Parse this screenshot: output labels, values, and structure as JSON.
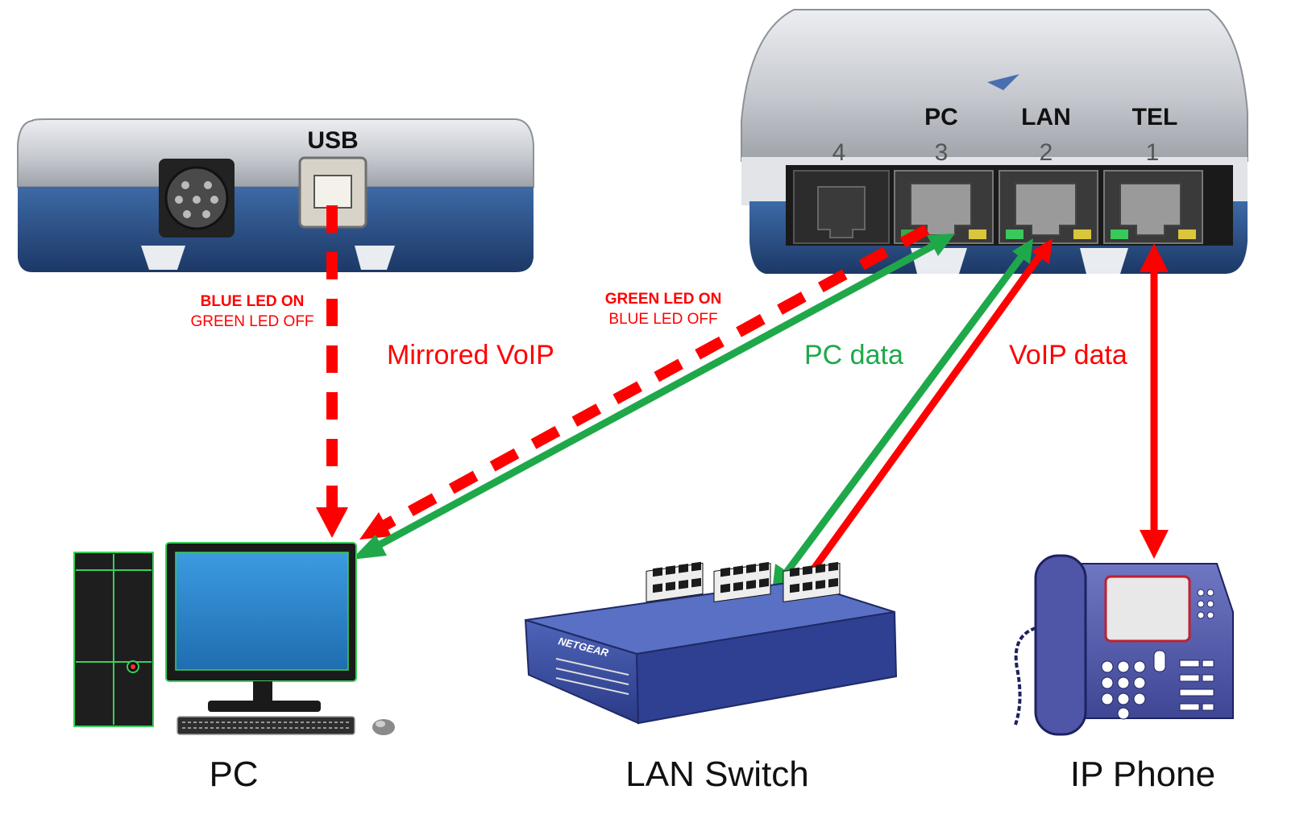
{
  "usb_device": {
    "port_label": "USB",
    "led_state": {
      "on": "BLUE LED ON",
      "off": "GREEN LED OFF"
    }
  },
  "tap_device": {
    "ports": [
      {
        "number": "4",
        "label": ""
      },
      {
        "number": "3",
        "label": "PC"
      },
      {
        "number": "2",
        "label": "LAN"
      },
      {
        "number": "1",
        "label": "TEL"
      }
    ],
    "led_state": {
      "on": "GREEN LED ON",
      "off": "BLUE LED OFF"
    }
  },
  "flows": {
    "mirrored_voip": "Mirrored VoIP",
    "pc_data": "PC data",
    "voip_data": "VoIP data"
  },
  "devices": {
    "pc": "PC",
    "lan_switch": "LAN Switch",
    "ip_phone": "IP Phone",
    "switch_brand": "NETGEAR"
  },
  "colors": {
    "voip": "#ff0000",
    "pc_data": "#1fa84a",
    "device_blue": "#2a4f86",
    "device_silver": "#b9bcc3"
  }
}
